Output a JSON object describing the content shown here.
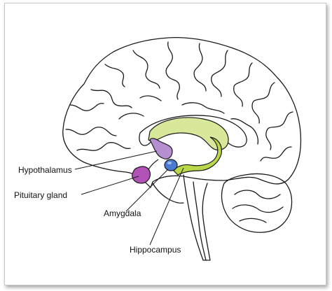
{
  "labels": {
    "hypothalamus": "Hypothalamus",
    "pituitary": "Pituitary gland",
    "amygdala": "Amygdala",
    "hippocampus": "Hippocampus"
  },
  "colors": {
    "outline": "#1a1a1a",
    "hypothalamus": "#b58fd0",
    "pituitary": "#b153b6",
    "amygdala": "#4a7bd0",
    "hippocampus": "#b9d84a",
    "cingulate": "#d8e89a"
  }
}
